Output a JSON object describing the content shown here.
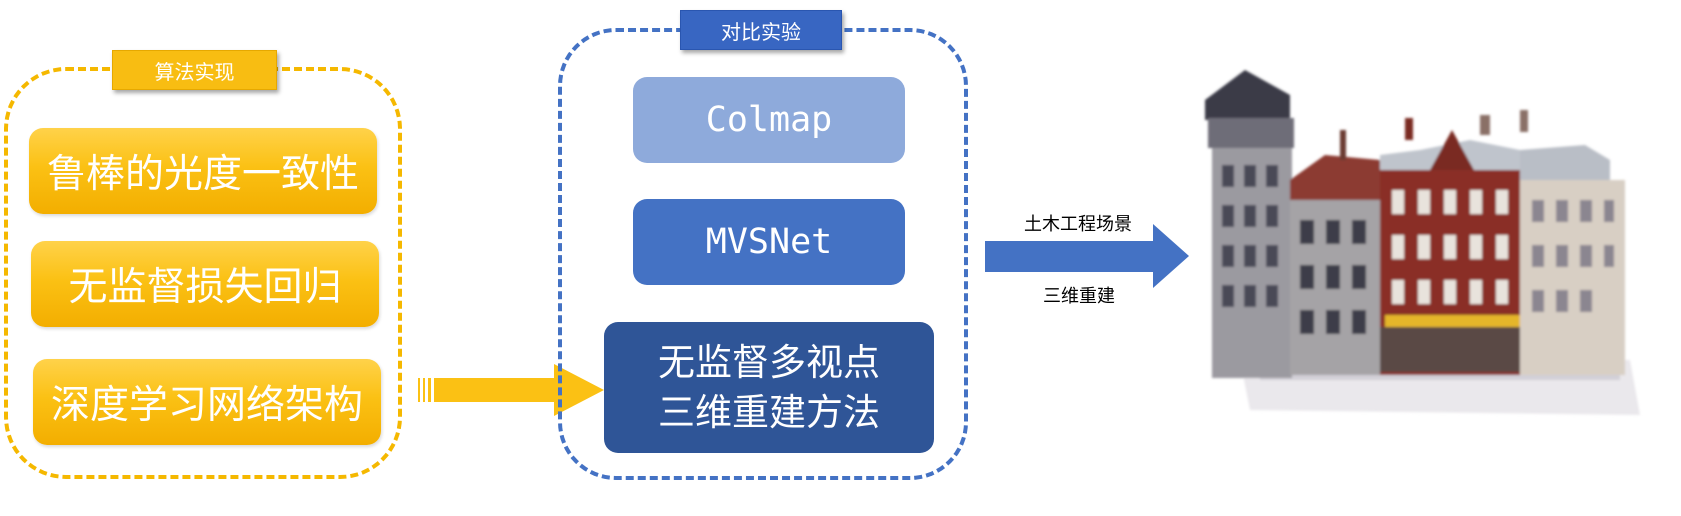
{
  "left_group": {
    "tag": "算法实现",
    "items": [
      "鲁棒的光度一致性",
      "无监督损失回归",
      "深度学习网络架构"
    ]
  },
  "middle_group": {
    "tag": "对比实验",
    "items": [
      "Colmap",
      "MVSNet"
    ],
    "highlight_line1": "无监督多视点",
    "highlight_line2": "三维重建方法"
  },
  "right_arrow": {
    "caption_top": "土木工程场景",
    "caption_bottom": "三维重建"
  },
  "colors": {
    "yellow": "#fbc114",
    "blue_light": "#8eaadb",
    "blue_mid": "#4472c4",
    "blue_dark": "#2f5597"
  },
  "icons": [
    "yellow-arrow-icon",
    "blue-arrow-icon",
    "building-point-cloud-icon"
  ]
}
